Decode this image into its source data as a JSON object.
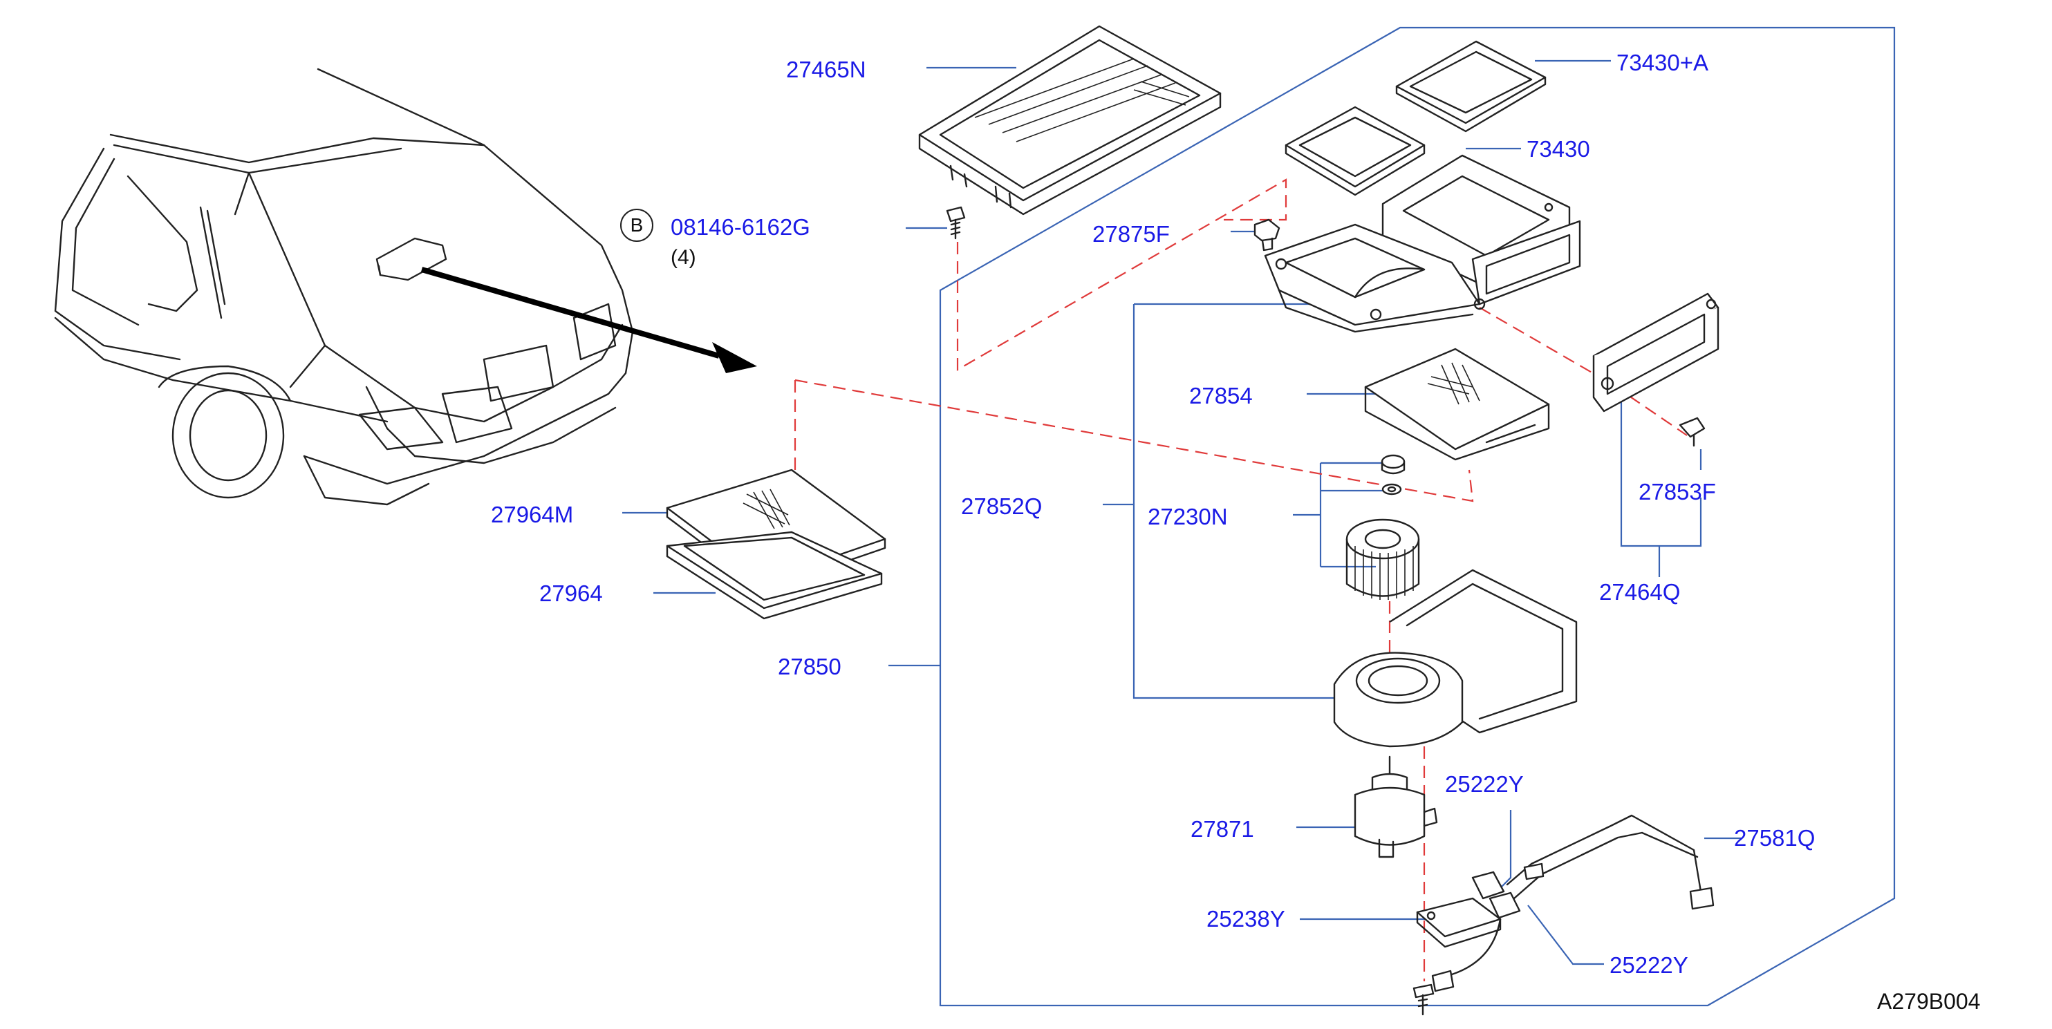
{
  "parts": {
    "p27465N": "27465N",
    "p73430A": "73430+A",
    "p73430": "73430",
    "p27875F": "27875F",
    "p27854": "27854",
    "p27852Q": "27852Q",
    "p27230N": "27230N",
    "p27853F": "27853F",
    "p27464Q": "27464Q",
    "p27964M": "27964M",
    "p27964": "27964",
    "p27850": "27850",
    "p27871": "27871",
    "p25222Y_top": "25222Y",
    "p27581Q": "27581Q",
    "p25238Y": "25238Y",
    "p25222Y_bottom": "25222Y",
    "bolt_part": "08146-6162G"
  },
  "bolt_marker": "B",
  "bolt_quantity": "(4)",
  "diagram_code": "A279B004",
  "colors": {
    "label": "#1a1ae6",
    "leader": "#3a64b4",
    "dash": "#e03a3a",
    "line": "#222222"
  }
}
